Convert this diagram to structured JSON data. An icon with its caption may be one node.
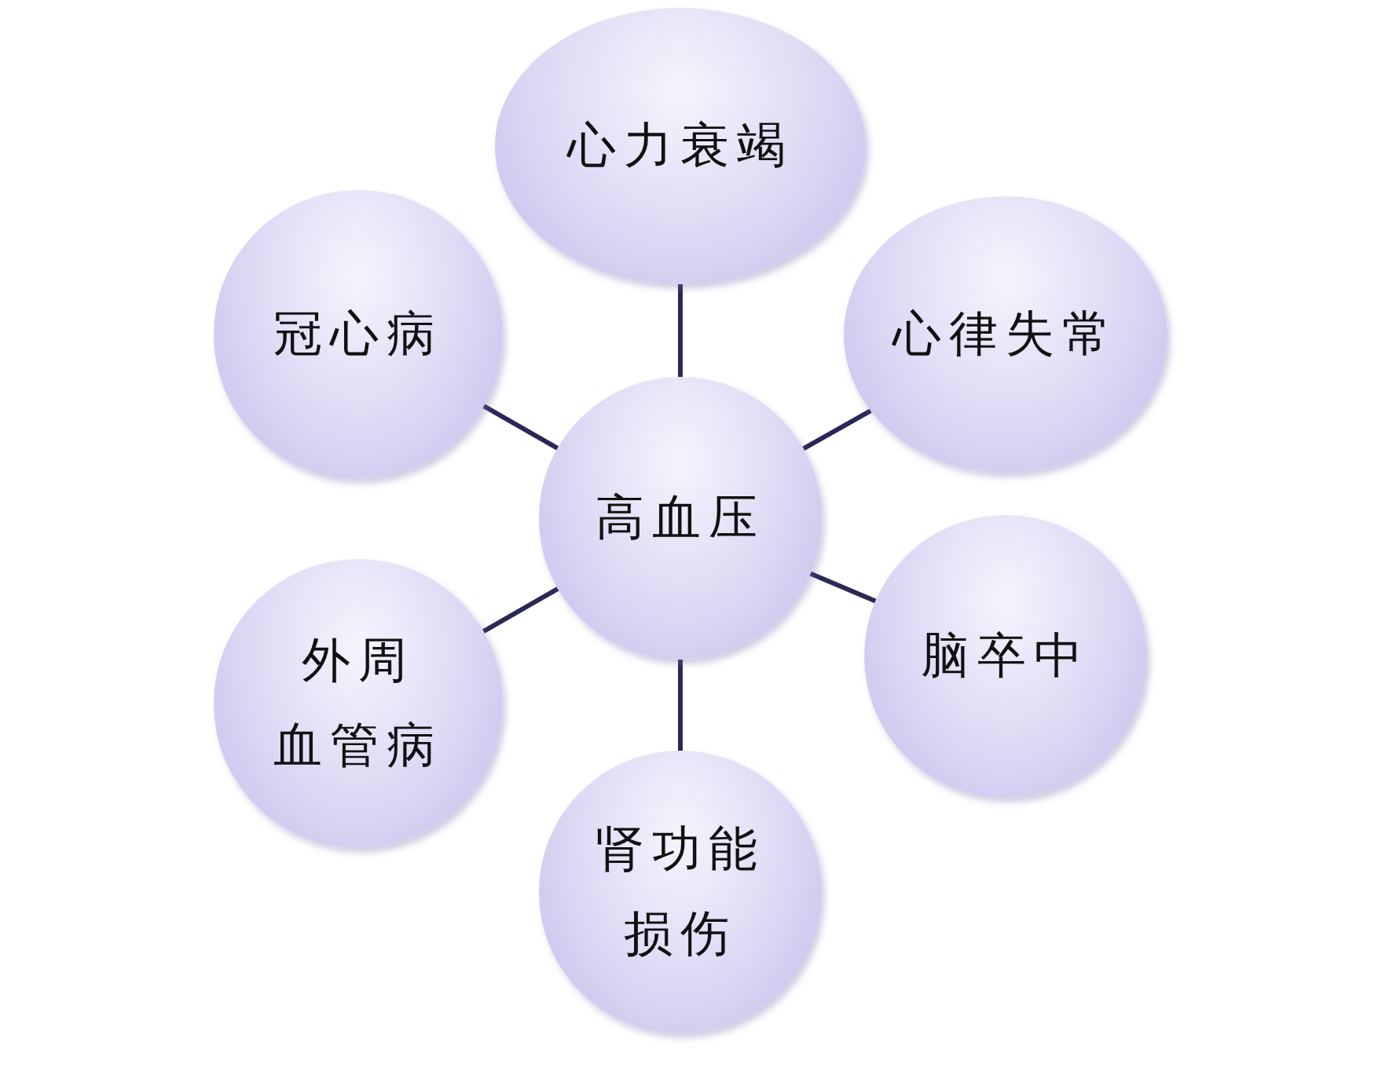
{
  "diagram": {
    "nodes": [
      {
        "text": [
          "心力衰竭"
        ]
      },
      {
        "text": [
          "冠心病"
        ]
      },
      {
        "text": [
          "心律失常"
        ]
      },
      {
        "text": [
          "高血压"
        ]
      },
      {
        "text": [
          "外周血管病"
        ]
      },
      {
        "text": [
          "脑卒中"
        ]
      },
      {
        "text": [
          "肾功能损伤"
        ]
      }
    ],
    "edges": [
      {
        "from": 3,
        "to": 0,
        "arrow": "none"
      },
      {
        "from": 3,
        "to": 1,
        "arrow": "none"
      },
      {
        "from": 3,
        "to": 2,
        "arrow": "none"
      },
      {
        "from": 3,
        "to": 4,
        "arrow": "none"
      },
      {
        "from": 3,
        "to": 5,
        "arrow": "none"
      },
      {
        "from": 3,
        "to": 6,
        "arrow": "none"
      }
    ]
  }
}
